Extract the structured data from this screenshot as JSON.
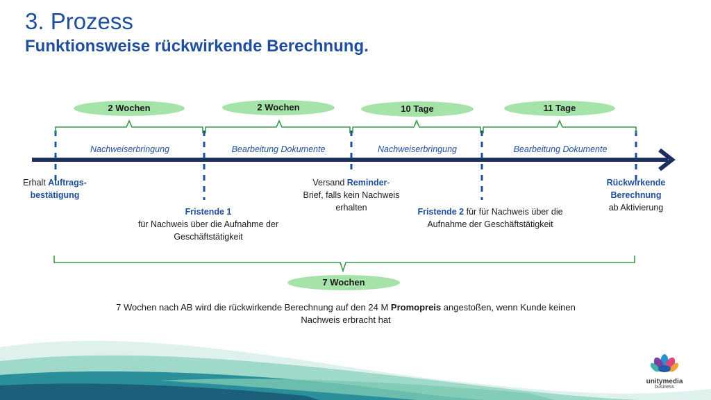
{
  "slide": {
    "title": "3. Prozess",
    "subtitle": "Funktionsweise rückwirkende Berechnung."
  },
  "durations": [
    "2 Wochen",
    "2 Wochen",
    "10 Tage",
    "11 Tage"
  ],
  "total_duration": "7 Wochen",
  "phases": [
    "Nachweiserbringung",
    "Bearbeitung Dokumente",
    "Nachweiserbringung",
    "Bearbeitung Dokumente"
  ],
  "milestones": {
    "start": {
      "prefix": "Erhalt ",
      "highlight": "Auftrags-",
      "line2": "bestätigung"
    },
    "fristende1": {
      "title": "Fristende 1",
      "line1": "für Nachweis über die Aufnahme der",
      "line2": "Geschäftstätigkeit"
    },
    "reminder": {
      "prefix": "Versand ",
      "highlight": "Reminder",
      "suffix": "-",
      "line2": "Brief, falls kein Nachweis",
      "line3": "erhalten"
    },
    "fristende2": {
      "title": "Fristende 2",
      "line1_rest": " für für Nachweis über die",
      "line2": "Aufnahme der Geschäftstätigkeit"
    },
    "end": {
      "line1": "Rückwirkende",
      "line2": "Berechnung",
      "line3": "ab Aktivierung"
    }
  },
  "footnote": {
    "part1": "7 Wochen nach AB wird die rückwirkende Berechnung  auf den 24 M ",
    "highlight": "Promopreis",
    "part2": " angestoßen, wenn Kunde keinen",
    "line2": "Nachweis erbracht hat"
  },
  "logo": {
    "brand": "unitymedia",
    "sub": "business"
  },
  "colors": {
    "primary_blue": "#1f4e9c",
    "dark_navy": "#1c2f5e",
    "bracket_green": "#3a9a48",
    "pill_green": "#a6e3a8",
    "wave_teal": "#2a8f9a"
  }
}
